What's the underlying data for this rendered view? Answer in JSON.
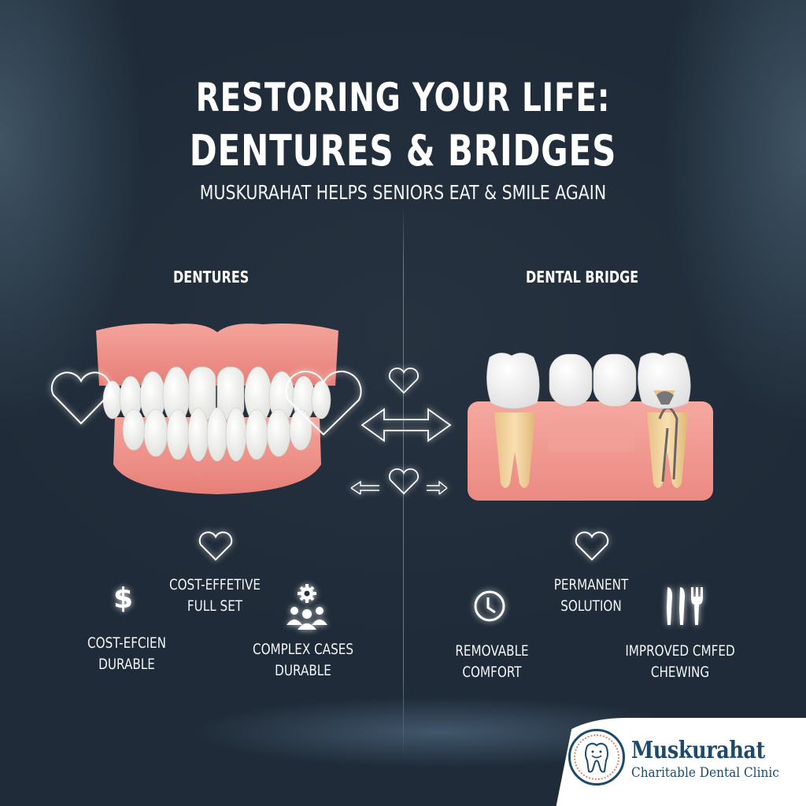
{
  "header": {
    "title_line1": "RESTORING YOUR LIFE:",
    "title_line2": "DENTURES & BRIDGES",
    "subtitle": "MUSKURAHAT HELPS SENIORS EAT & SMILE AGAIN"
  },
  "sections": {
    "left": {
      "label": "DENTURES",
      "features": [
        {
          "icon": "heart-icon",
          "lines": [
            "COST-EFFETIVE",
            "FULL SET"
          ]
        },
        {
          "icon": "dollar-icon",
          "lines": [
            "COST-EFCIEN",
            "DURABLE"
          ]
        },
        {
          "icon": "people-gear-icon",
          "lines": [
            "COMPLEX CASES",
            "DURABLE"
          ]
        }
      ]
    },
    "right": {
      "label": "DENTAL BRIDGE",
      "features": [
        {
          "icon": "heart-icon",
          "lines": [
            "PERMANENT",
            "SOLUTION"
          ]
        },
        {
          "icon": "clock-icon",
          "lines": [
            "REMOVABLE",
            "COMFORT"
          ]
        },
        {
          "icon": "cutlery-icon",
          "lines": [
            "IMPROVED CMFED",
            "CHEWING"
          ]
        }
      ]
    }
  },
  "center_icons": [
    "heart-icon",
    "double-arrow-icon",
    "heart-icon",
    "left-arrow-icon",
    "right-arrow-icon"
  ],
  "logo": {
    "name": "Muskurahat",
    "tagline": "Charitable Dental Clinic",
    "colors": {
      "primary": "#1d4a6b",
      "accent": "#d9886a"
    }
  },
  "colors": {
    "background": "#202c39",
    "text": "#ffffff",
    "gum": "#ee8f88",
    "tooth": "#f7f7f5",
    "root": "#ecc98f"
  }
}
